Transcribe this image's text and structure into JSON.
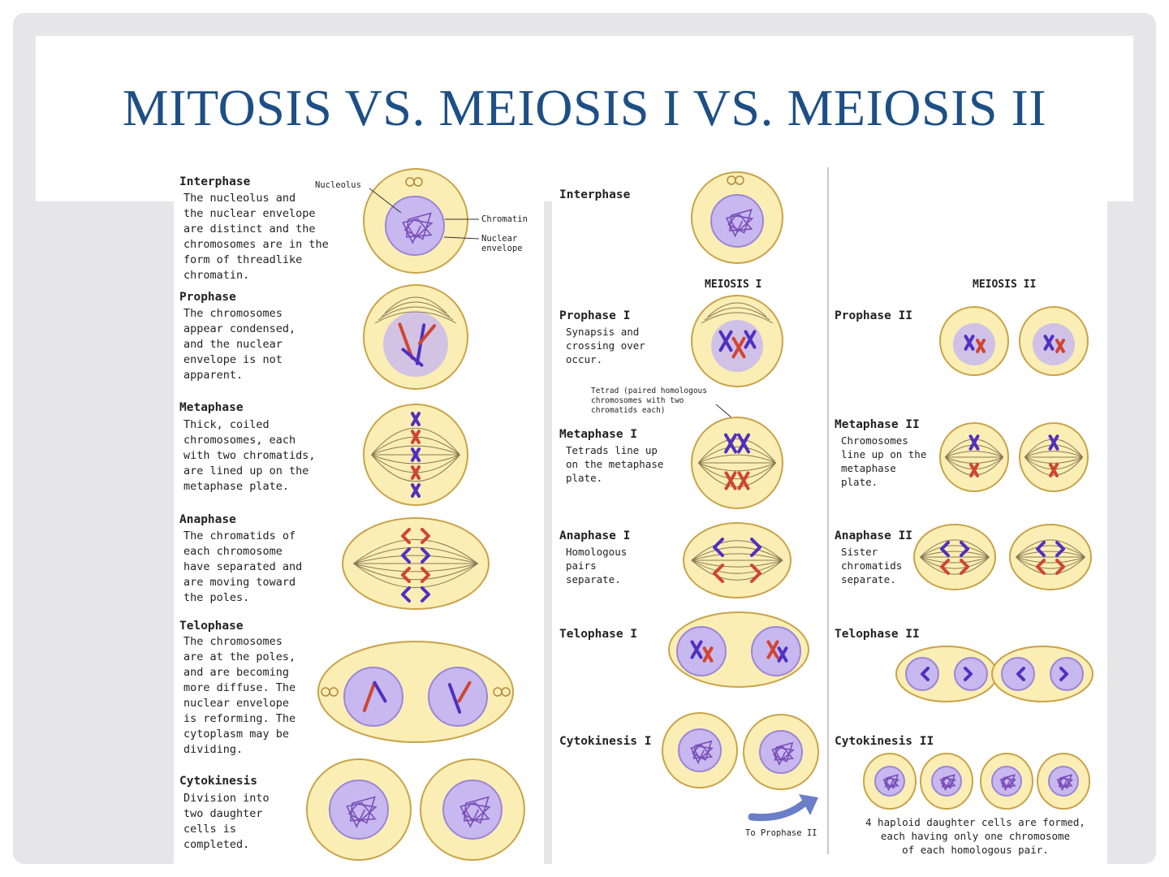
{
  "title": "MITOSIS VS. MEIOSIS I VS. MEIOSIS II",
  "colors": {
    "title": "#1d4f86",
    "cell_fill": "#fbeeb4",
    "cell_stroke": "#c9a349",
    "nucleus_fill": "#c8b8f0",
    "chrom_blue": "#5030c0",
    "chrom_red": "#d0452f",
    "arrow": "#6b7ec8"
  },
  "mitosis": {
    "interphase": {
      "title": "Interphase",
      "text": "The nucleolus and\nthe nuclear envelope\nare distinct and the\nchromosomes are in the\nform of threadlike\nchromatin."
    },
    "prophase": {
      "title": "Prophase",
      "text": "The chromosomes\nappear condensed,\nand the nuclear\nenvelope is not\napparent."
    },
    "metaphase": {
      "title": "Metaphase",
      "text": "Thick, coiled\nchromosomes, each\nwith two chromatids,\nare lined up on the\nmetaphase plate."
    },
    "anaphase": {
      "title": "Anaphase",
      "text": "The chromatids of\neach chromosome\nhave separated and\nare moving toward\nthe poles."
    },
    "telophase": {
      "title": "Telophase",
      "text": "The chromosomes\nare at the poles,\nand are becoming\nmore diffuse. The\nnuclear envelope\nis reforming. The\ncytoplasm may be\ndividing."
    },
    "cytokinesis": {
      "title": "Cytokinesis",
      "text": "Division into\ntwo daughter\ncells is\ncompleted."
    },
    "labels": {
      "nucleolus": "Nucleolus",
      "chromatin": "Chromatin",
      "nuclear_envelope": "Nuclear\nenvelope"
    }
  },
  "meiosis1": {
    "heading": "MEIOSIS I",
    "interphase": {
      "title": "Interphase"
    },
    "prophase1": {
      "title": "Prophase I",
      "text": "Synapsis and\ncrossing over\noccur."
    },
    "tetrad_label": "Tetrad (paired homologous\nchromosomes with two\nchromatids each)",
    "metaphase1": {
      "title": "Metaphase I",
      "text": "Tetrads line up\non the metaphase\nplate."
    },
    "anaphase1": {
      "title": "Anaphase I",
      "text": "Homologous\npairs\nseparate."
    },
    "telophase1": {
      "title": "Telophase I"
    },
    "cytokinesis1": {
      "title": "Cytokinesis I"
    },
    "arrow_label": "To Prophase II"
  },
  "meiosis2": {
    "heading": "MEIOSIS II",
    "prophase2": {
      "title": "Prophase II"
    },
    "metaphase2": {
      "title": "Metaphase II",
      "text": "Chromosomes\nline up on the\nmetaphase\nplate."
    },
    "anaphase2": {
      "title": "Anaphase II",
      "text": "Sister\nchromatids\nseparate."
    },
    "telophase2": {
      "title": "Telophase II"
    },
    "cytokinesis2": {
      "title": "Cytokinesis II"
    },
    "footnote": "4 haploid daughter cells are formed,\neach having only one chromosome\nof each homologous pair."
  }
}
